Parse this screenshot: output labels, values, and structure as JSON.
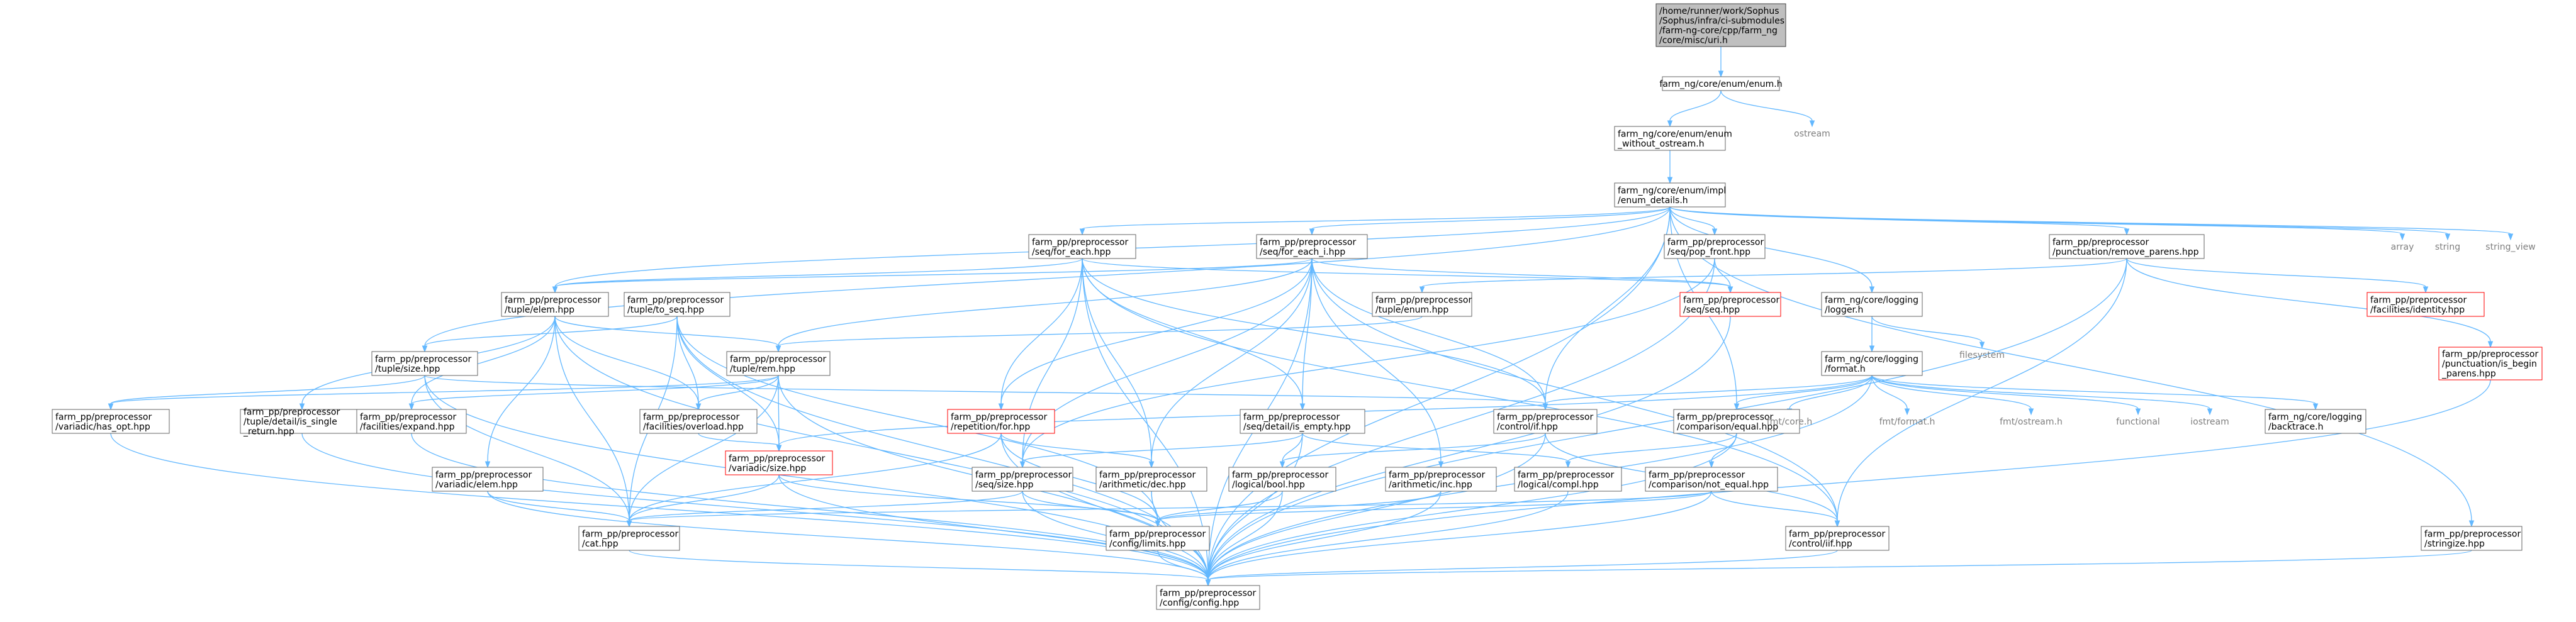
{
  "colors": {
    "edge": "#63b8ff",
    "border": "#666666",
    "root_fill": "#bfbfbf",
    "missing": "#ff0000",
    "external_text": "#7f7f7f"
  },
  "nodes": {
    "root": [
      "/home/runner/work/Sophus",
      "/Sophus/infra/ci-submodules",
      "/farm-ng-core/cpp/farm_ng",
      "/core/misc/uri.h"
    ],
    "enum": [
      "farm_ng/core/enum/enum.h"
    ],
    "ostream": [
      "ostream"
    ],
    "enum_wo": [
      "farm_ng/core/enum/enum",
      "_without_ostream.h"
    ],
    "enum_details": [
      "farm_ng/core/enum/impl",
      "/enum_details.h"
    ],
    "array": [
      "array"
    ],
    "string": [
      "string"
    ],
    "string_view": [
      "string_view"
    ],
    "seq_for_each": [
      "farm_pp/preprocessor",
      "/seq/for_each.hpp"
    ],
    "seq_for_each_i": [
      "farm_pp/preprocessor",
      "/seq/for_each_i.hpp"
    ],
    "seq_pop_front": [
      "farm_pp/preprocessor",
      "/seq/pop_front.hpp"
    ],
    "remove_parens": [
      "farm_pp/preprocessor",
      "/punctuation/remove_parens.hpp"
    ],
    "tuple_elem": [
      "farm_pp/preprocessor",
      "/tuple/elem.hpp"
    ],
    "tuple_to_seq": [
      "farm_pp/preprocessor",
      "/tuple/to_seq.hpp"
    ],
    "tuple_enum": [
      "farm_pp/preprocessor",
      "/tuple/enum.hpp"
    ],
    "seq_seq": [
      "farm_pp/preprocessor",
      "/seq/seq.hpp"
    ],
    "logger": [
      "farm_ng/core/logging",
      "/logger.h"
    ],
    "fac_identity": [
      "farm_pp/preprocessor",
      "/facilities/identity.hpp"
    ],
    "is_begin_parens": [
      "farm_pp/preprocessor",
      "/punctuation/is_begin",
      "_parens.hpp"
    ],
    "filesystem": [
      "filesystem"
    ],
    "tuple_size": [
      "farm_pp/preprocessor",
      "/tuple/size.hpp"
    ],
    "tuple_rem": [
      "farm_pp/preprocessor",
      "/tuple/rem.hpp"
    ],
    "format": [
      "farm_ng/core/logging",
      "/format.h"
    ],
    "variadic_has_opt": [
      "farm_pp/preprocessor",
      "/variadic/has_opt.hpp"
    ],
    "is_single_return": [
      "farm_pp/preprocessor",
      "/tuple/detail/is_single",
      "_return.hpp"
    ],
    "fac_expand": [
      "farm_pp/preprocessor",
      "/facilities/expand.hpp"
    ],
    "fac_overload": [
      "farm_pp/preprocessor",
      "/facilities/overload.hpp"
    ],
    "rep_for": [
      "farm_pp/preprocessor",
      "/repetition/for.hpp"
    ],
    "is_empty": [
      "farm_pp/preprocessor",
      "/seq/detail/is_empty.hpp"
    ],
    "control_if": [
      "farm_pp/preprocessor",
      "/control/if.hpp"
    ],
    "comp_equal": [
      "farm_pp/preprocessor",
      "/comparison/equal.hpp"
    ],
    "fmt_core": [
      "fmt/core.h"
    ],
    "fmt_format": [
      "fmt/format.h"
    ],
    "fmt_ostream": [
      "fmt/ostream.h"
    ],
    "functional": [
      "functional"
    ],
    "iostream": [
      "iostream"
    ],
    "backtrace": [
      "farm_ng/core/logging",
      "/backtrace.h"
    ],
    "variadic_elem": [
      "farm_pp/preprocessor",
      "/variadic/elem.hpp"
    ],
    "variadic_size": [
      "farm_pp/preprocessor",
      "/variadic/size.hpp"
    ],
    "seq_size": [
      "farm_pp/preprocessor",
      "/seq/size.hpp"
    ],
    "arith_dec": [
      "farm_pp/preprocessor",
      "/arithmetic/dec.hpp"
    ],
    "logical_bool": [
      "farm_pp/preprocessor",
      "/logical/bool.hpp"
    ],
    "arith_inc": [
      "farm_pp/preprocessor",
      "/arithmetic/inc.hpp"
    ],
    "logical_compl": [
      "farm_pp/preprocessor",
      "/logical/compl.hpp"
    ],
    "not_equal": [
      "farm_pp/preprocessor",
      "/comparison/not_equal.hpp"
    ],
    "cat": [
      "farm_pp/preprocessor",
      "/cat.hpp"
    ],
    "config_limits": [
      "farm_pp/preprocessor",
      "/config/limits.hpp"
    ],
    "control_iif": [
      "farm_pp/preprocessor",
      "/control/iif.hpp"
    ],
    "stringize": [
      "farm_pp/preprocessor",
      "/stringize.hpp"
    ],
    "config": [
      "farm_pp/preprocessor",
      "/config/config.hpp"
    ]
  }
}
